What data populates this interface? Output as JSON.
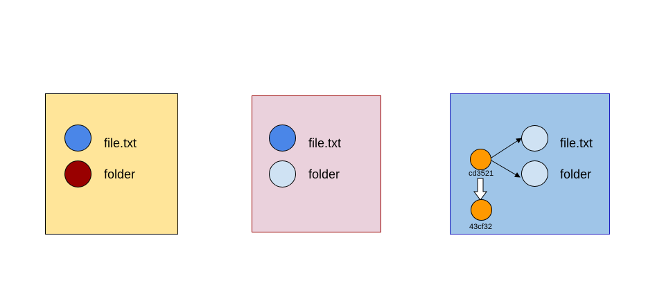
{
  "working_dir": {
    "items": [
      {
        "label": "file.txt",
        "color": "#4a86e8"
      },
      {
        "label": "folder",
        "color": "#990000"
      }
    ]
  },
  "staging": {
    "items": [
      {
        "label": "file.txt",
        "color": "#4a86e8"
      },
      {
        "label": "folder",
        "color": "#cfe2f3"
      }
    ]
  },
  "repository": {
    "commits": [
      {
        "label": "cd3521",
        "color": "#ff9900"
      },
      {
        "label": "43cf32",
        "color": "#ff9900"
      }
    ],
    "items": [
      {
        "label": "file.txt",
        "color": "#cfe2f3"
      },
      {
        "label": "folder",
        "color": "#cfe2f3"
      }
    ]
  },
  "colors": {
    "working_bg": "#ffe599",
    "staging_bg": "#ead1dc",
    "repo_bg": "#9fc5e8"
  }
}
